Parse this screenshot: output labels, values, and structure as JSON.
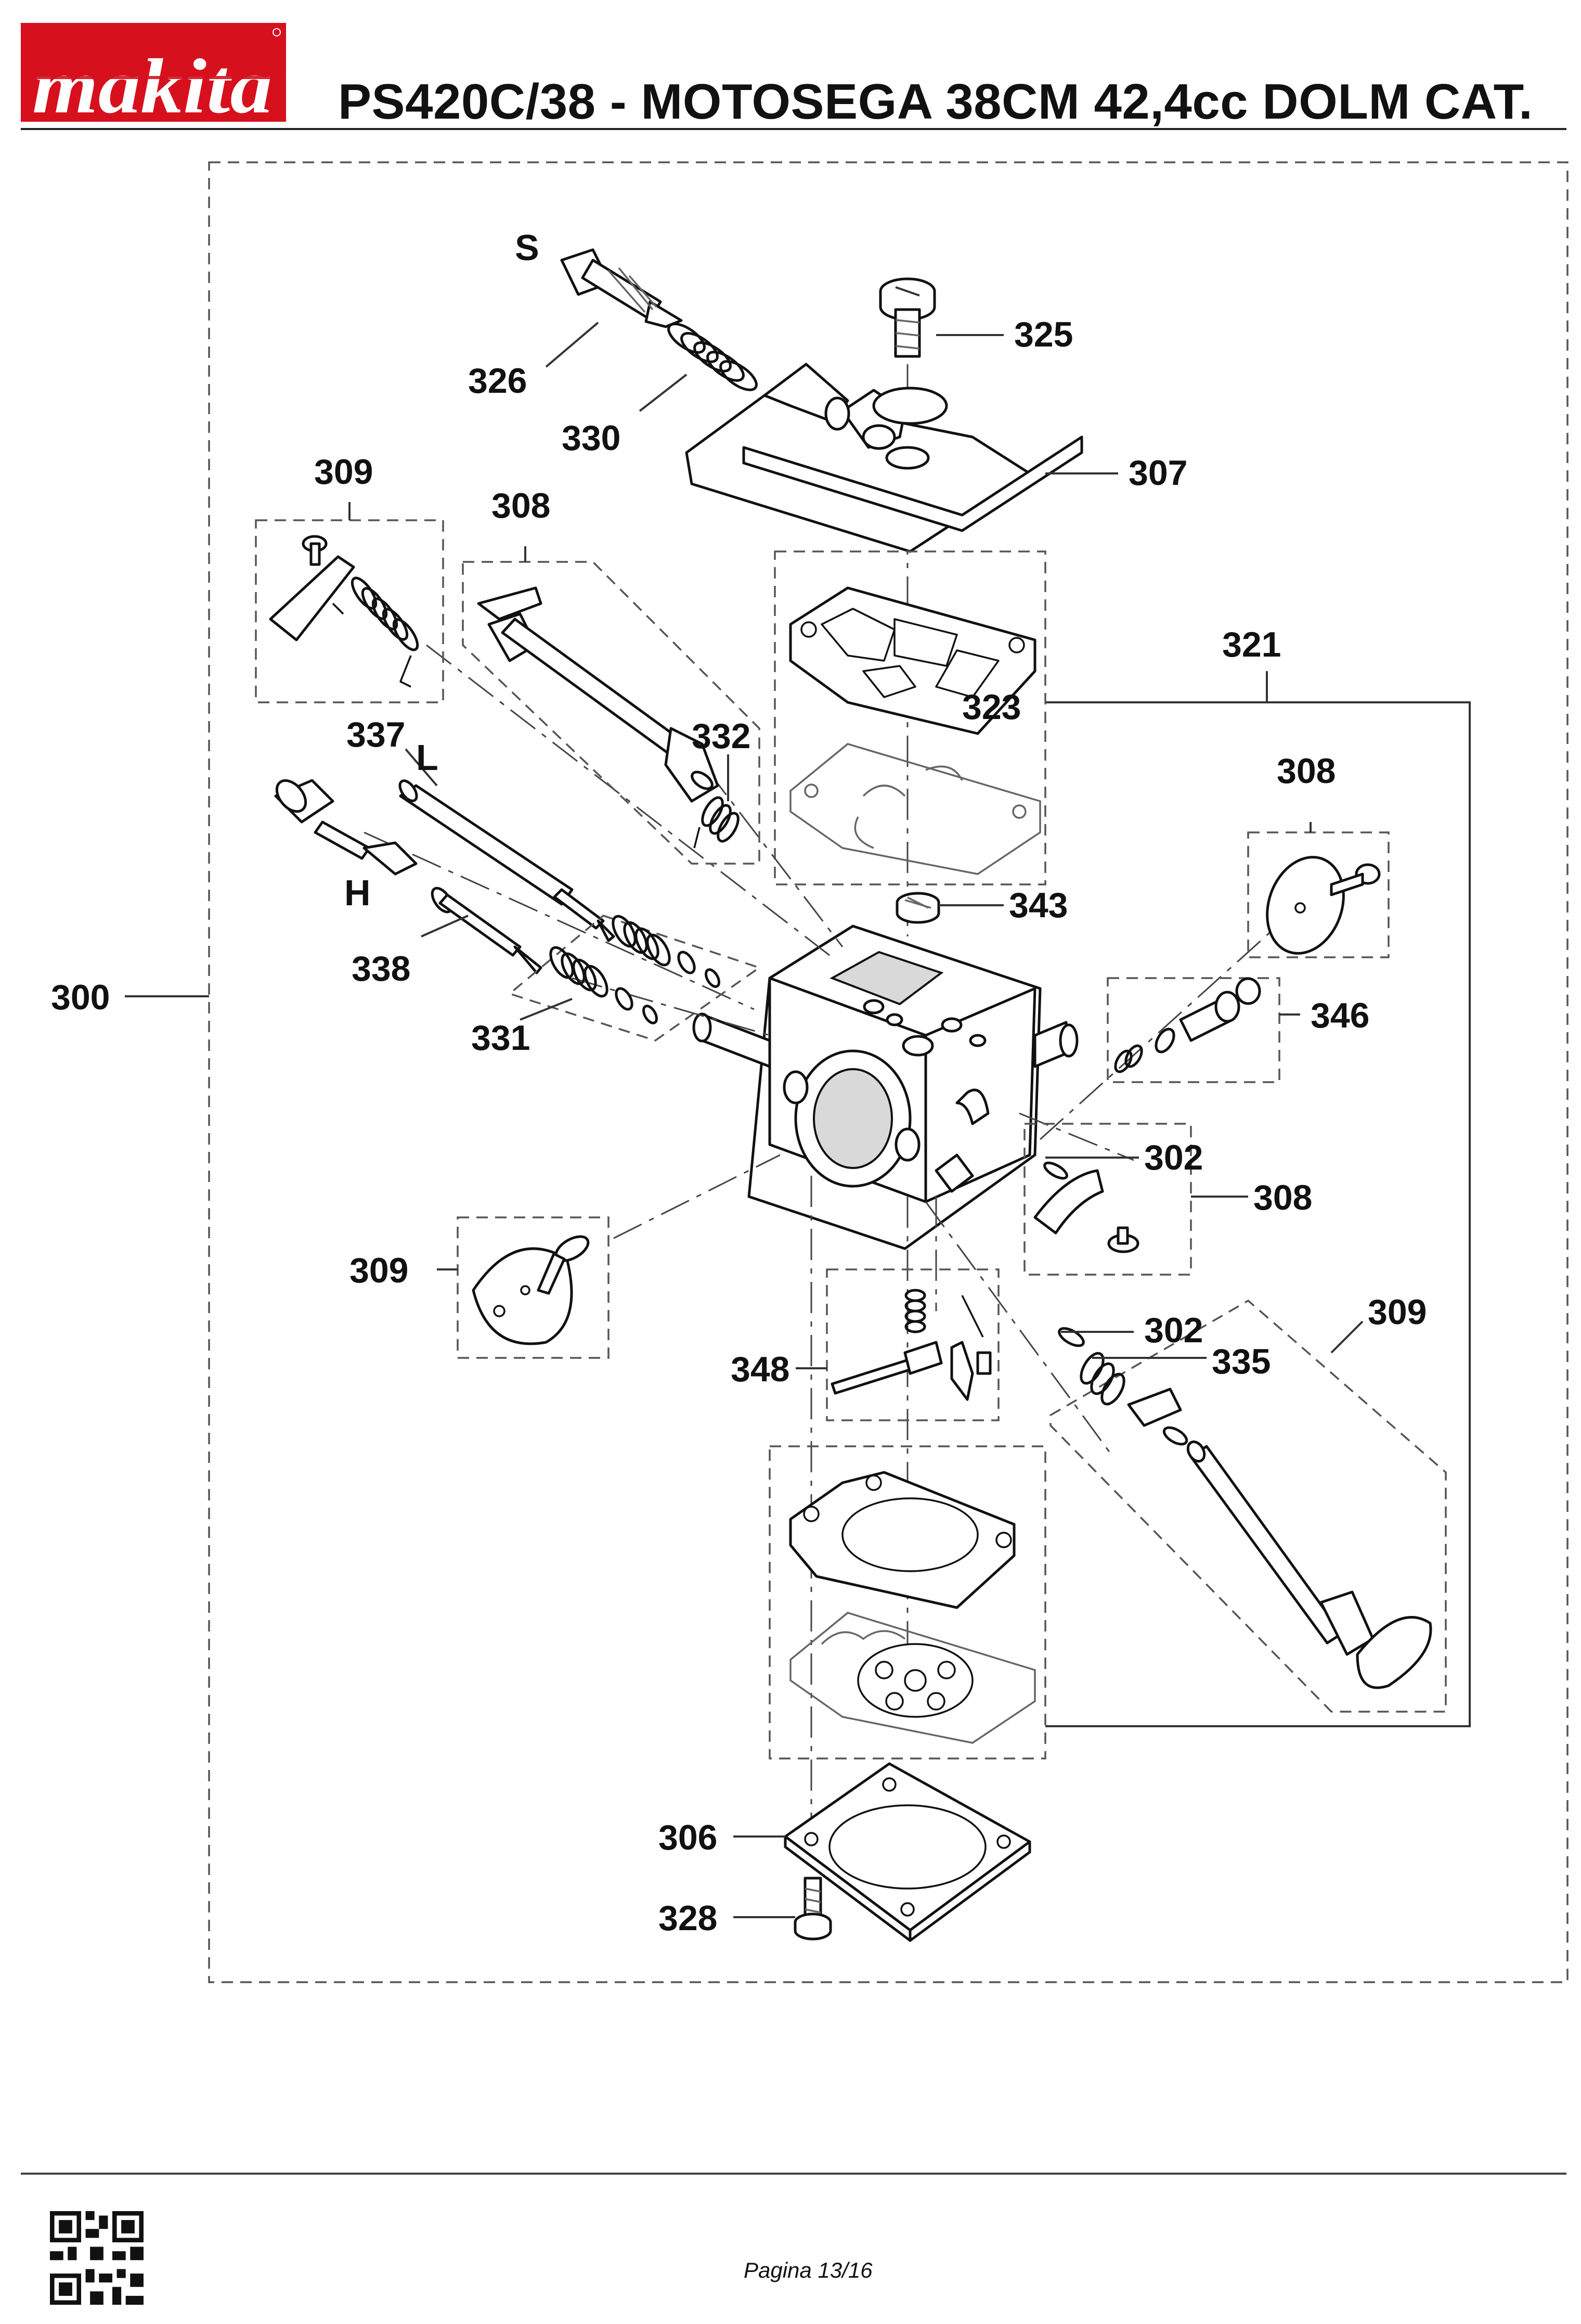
{
  "header": {
    "brand": "makita",
    "title": "PS420C/38 - MOTOSEGA 38CM 42,4cc DOLM CAT."
  },
  "colors": {
    "brand_red": "#d7101e",
    "line": "#111111"
  },
  "letters": {
    "s": "S",
    "l": "L",
    "h": "H"
  },
  "callouts": {
    "c300": "300",
    "c302a": "302",
    "c302b": "302",
    "c306": "306",
    "c307": "307",
    "c308a": "308",
    "c308b": "308",
    "c308c": "308",
    "c309a": "309",
    "c309b": "309",
    "c309c": "309",
    "c321": "321",
    "c323": "323",
    "c325": "325",
    "c326": "326",
    "c328": "328",
    "c330": "330",
    "c331": "331",
    "c332": "332",
    "c335": "335",
    "c337": "337",
    "c338": "338",
    "c343": "343",
    "c346": "346",
    "c348": "348"
  },
  "footer": {
    "page": "Pagina 13/16",
    "qr_icon": "qr-code-icon"
  }
}
